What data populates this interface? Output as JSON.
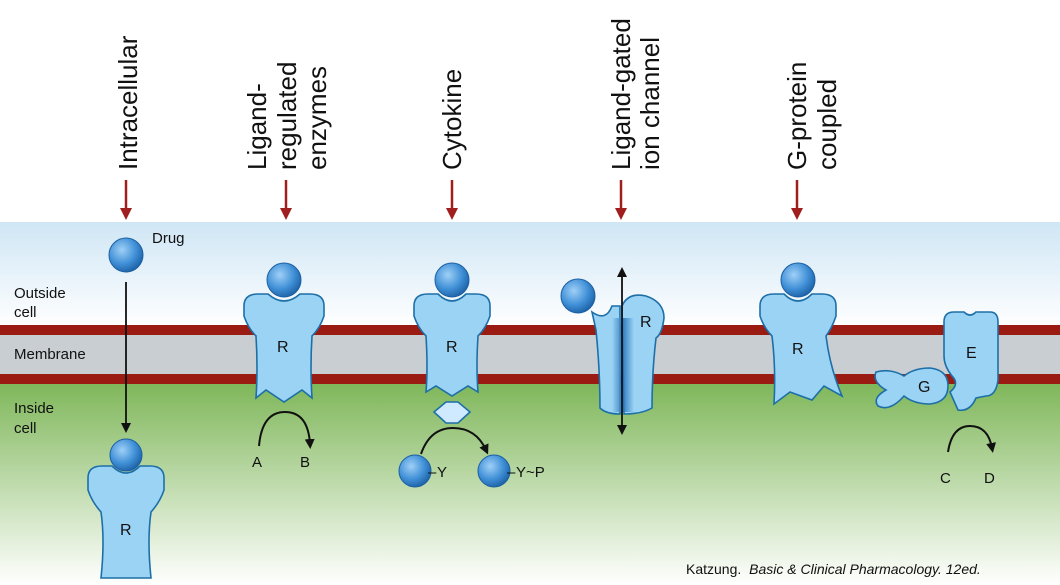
{
  "headers": {
    "intracellular": "Intracellular",
    "ligand_enzymes_1": "Ligand-",
    "ligand_enzymes_2": "regulated",
    "ligand_enzymes_3": "enzymes",
    "cytokine": "Cytokine",
    "ion_channel_1": "Ligand-gated",
    "ion_channel_2": "ion channel",
    "gprotein_1": "G-protein",
    "gprotein_2": "coupled"
  },
  "regions": {
    "outside_1": "Outside",
    "outside_2": "cell",
    "membrane": "Membrane",
    "inside_1": "Inside",
    "inside_2": "cell"
  },
  "labels": {
    "drug": "Drug",
    "receptor": "R",
    "a": "A",
    "b": "B",
    "y": "Y",
    "yp": "Y~P",
    "g": "G",
    "e": "E",
    "c": "C",
    "d": "D"
  },
  "citation": {
    "author": "Katzung.",
    "title": "Basic & Clinical Pharmacology. 12ed."
  },
  "colors": {
    "membrane_band": "#9a1b12",
    "membrane_fill": "#c9ced2",
    "receptor_fill": "#9bd3f5",
    "drug_fill": "#3f8fd6",
    "arrow_red": "#a01e1e"
  }
}
